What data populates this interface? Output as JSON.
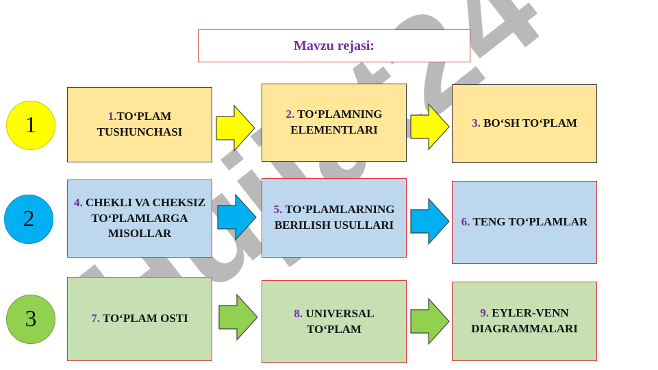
{
  "title": "Mavzu rejasi:",
  "watermark": "Hujjat24",
  "rows": [
    {
      "number": "1",
      "colors": {
        "circle": "#ffff00",
        "arrow": "#ffff00",
        "box": "#ffe699"
      },
      "items": [
        {
          "num": "1.",
          "label": "TO‘PLAM TUSHUNCHASI"
        },
        {
          "num": "2.",
          "label": " TO‘PLAMNING ELEMENTLARI"
        },
        {
          "num": "3.",
          "label": " BO‘SH TO‘PLAM"
        }
      ]
    },
    {
      "number": "2",
      "colors": {
        "circle": "#00b0f0",
        "arrow": "#00b0f0",
        "box": "#bdd7ee"
      },
      "items": [
        {
          "num": "4.",
          "label": " CHEKLI VA CHEKSIZ TO‘PLAMLARGA MISOLLAR"
        },
        {
          "num": "5.",
          "label": " TO‘PLAMLARNING BERILISH USULLARI"
        },
        {
          "num": "6.",
          "label": " TENG TO‘PLAMLAR"
        }
      ]
    },
    {
      "number": "3",
      "colors": {
        "circle": "#92d050",
        "arrow": "#92d050",
        "box": "#c6e0b4"
      },
      "items": [
        {
          "num": "7.",
          "label": " TO‘PLAM OSTI"
        },
        {
          "num": "8.",
          "label": " UNIVERSAL TO‘PLAM"
        },
        {
          "num": "9.",
          "label": " EYLER-VENN DIAGRAMMALARI"
        }
      ]
    }
  ]
}
